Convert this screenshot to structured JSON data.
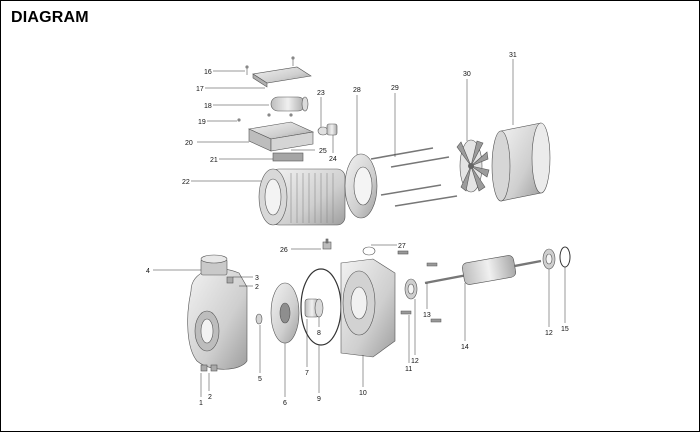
{
  "page": {
    "title": "DIAGRAM"
  },
  "labels": {
    "l1": "1",
    "l2a": "2",
    "l2b": "2",
    "l3": "3",
    "l4": "4",
    "l5": "5",
    "l6": "6",
    "l7": "7",
    "l8": "8",
    "l9": "9",
    "l10": "10",
    "l11": "11",
    "l12a": "12",
    "l12b": "12",
    "l13": "13",
    "l14": "14",
    "l15": "15",
    "l16": "16",
    "l17": "17",
    "l18": "18",
    "l19": "19",
    "l20": "20",
    "l21": "21",
    "l22": "22",
    "l23": "23",
    "l24": "24",
    "l25": "25",
    "l26": "26",
    "l27": "27",
    "l28": "28",
    "l29": "29",
    "l30": "30",
    "l31": "31"
  },
  "colors": {
    "part_light": "#e6e6e6",
    "part_mid": "#c8c8c8",
    "part_dark": "#9a9a9a",
    "line": "#333333"
  }
}
